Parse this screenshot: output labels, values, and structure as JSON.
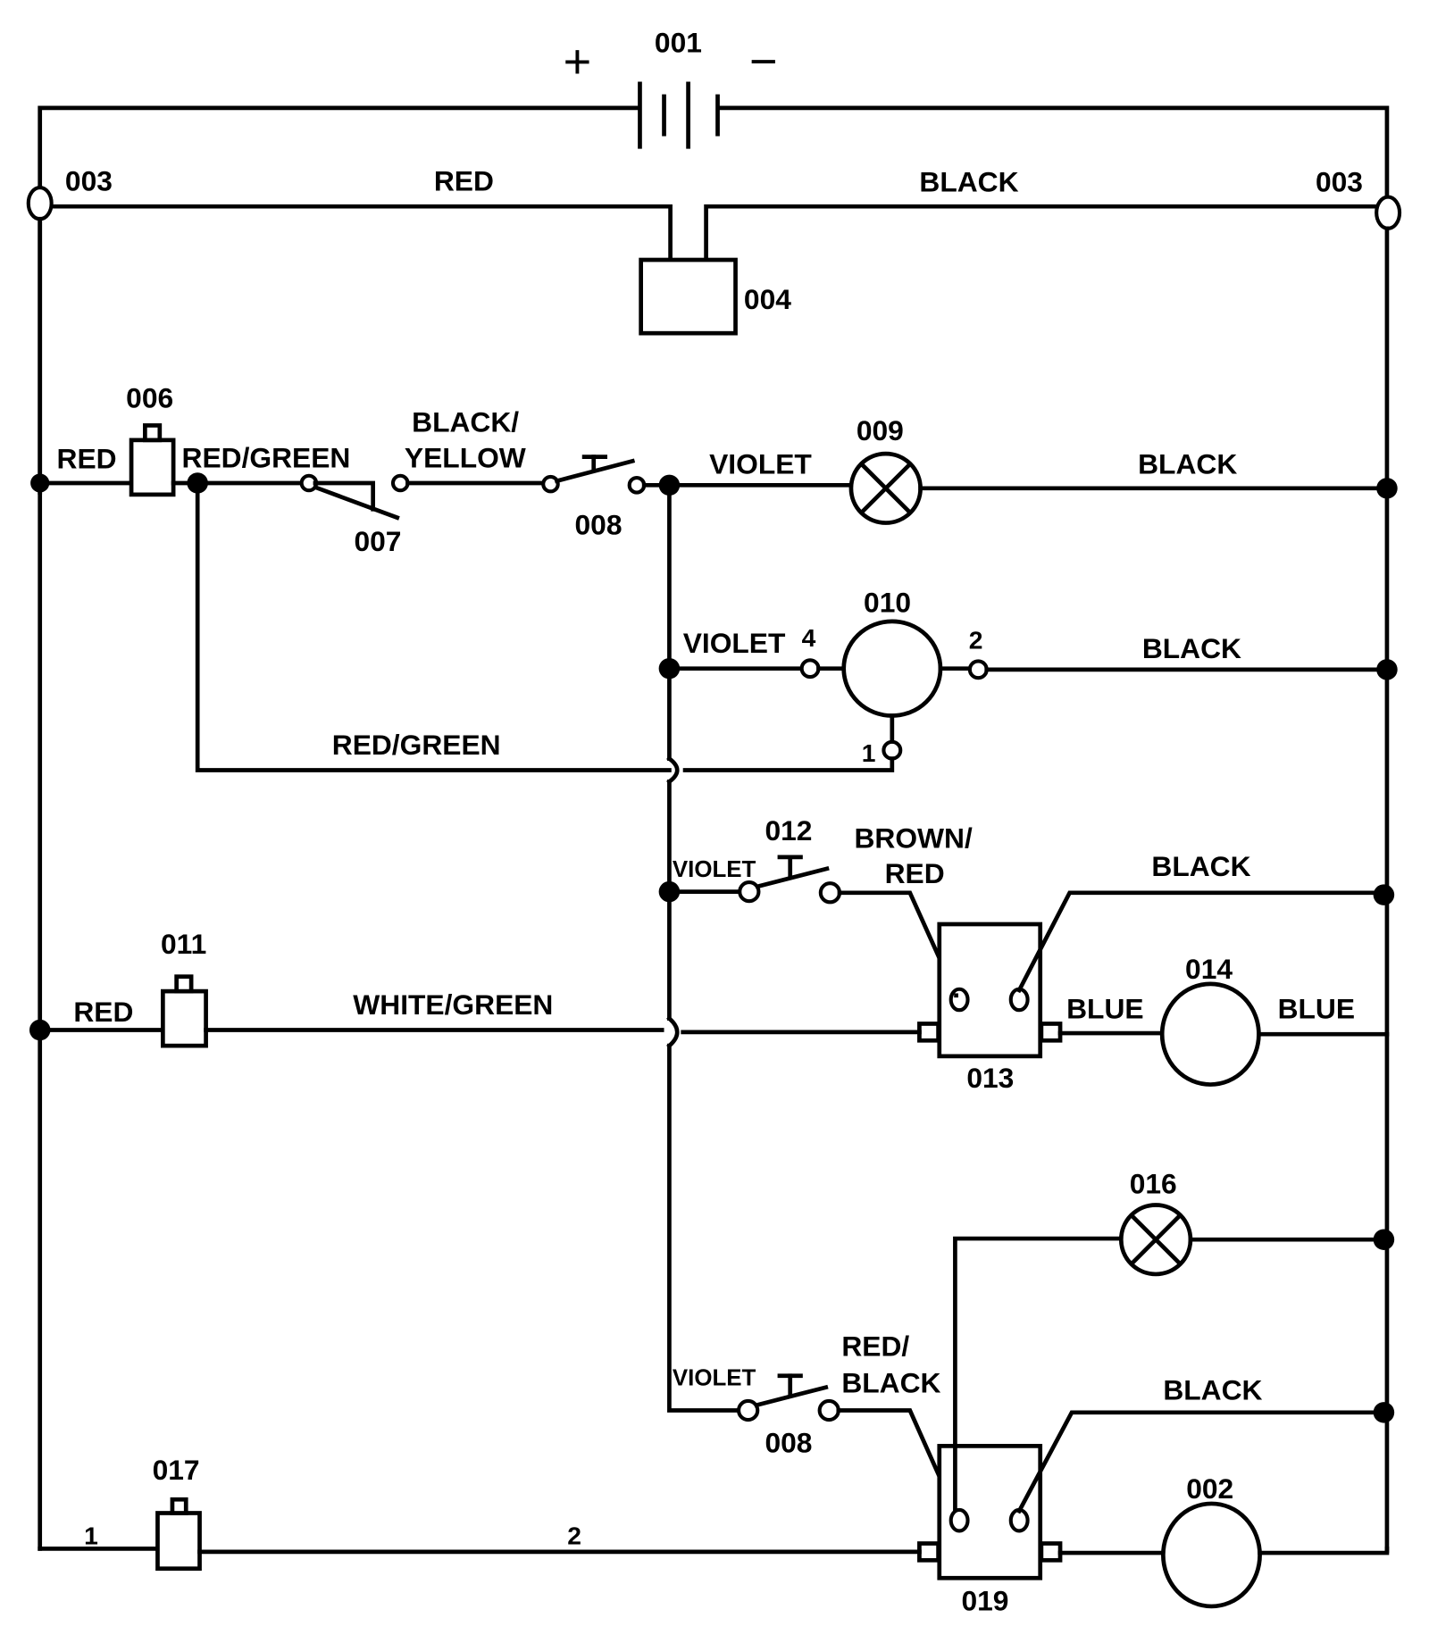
{
  "diagram": {
    "type": "wiring-schematic",
    "battery": {
      "id": "001",
      "plus": "+",
      "minus": "−"
    },
    "components": {
      "c002": "002",
      "c003_left": "003",
      "c003_right": "003",
      "c004": "004",
      "c006": "006",
      "c007": "007",
      "c008_top": "008",
      "c008_bottom": "008",
      "c009": "009",
      "c010": "010",
      "c011": "011",
      "c012": "012",
      "c013": "013",
      "c014": "014",
      "c016": "016",
      "c017": "017",
      "c019": "019"
    },
    "pins": {
      "p010_4": "4",
      "p010_2": "2",
      "p010_1": "1",
      "p017_1": "1",
      "p017_2": "2"
    },
    "wires": {
      "top_red": "RED",
      "top_black": "BLACK",
      "r1_red": "RED",
      "r1_red_green": "RED/GREEN",
      "r1_black_yellow_1": "BLACK/",
      "r1_black_yellow_2": "YELLOW",
      "r1_violet": "VIOLET",
      "r1_black": "BLACK",
      "r2_violet": "VIOLET",
      "r2_black": "BLACK",
      "r2_red_green": "RED/GREEN",
      "r3_violet": "VIOLET",
      "r3_brown_red_1": "BROWN/",
      "r3_brown_red_2": "RED",
      "r3_black": "BLACK",
      "r4_red": "RED",
      "r4_white_green": "WHITE/GREEN",
      "r4_blue_left": "BLUE",
      "r4_blue_right": "BLUE",
      "r5_violet": "VIOLET",
      "r5_red_black_1": "RED/",
      "r5_red_black_2": "BLACK",
      "r5_black": "BLACK"
    }
  }
}
